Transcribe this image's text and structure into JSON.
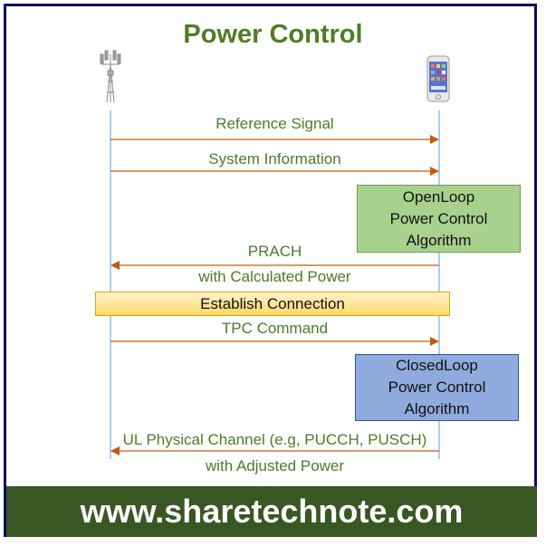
{
  "title": "Power Control",
  "colors": {
    "frame_border": "#0d0d5e",
    "title": "#4e7d24",
    "message_text": "#4f7a28",
    "arrow": "#c55a11",
    "lifeline": "#5b9bd5",
    "open_loop_box": "#a9d18e",
    "closed_loop_box": "#8faadc",
    "establish_band": "#ffd966",
    "footer_bg": "#385723",
    "footer_text": "#ffffff"
  },
  "actors": {
    "left": {
      "icon": "cell-tower-icon"
    },
    "right": {
      "icon": "smartphone-icon"
    }
  },
  "messages": {
    "reference_signal": "Reference Signal",
    "system_information": "System Information",
    "prach": "PRACH",
    "prach_sub": "with Calculated Power",
    "tpc_command": "TPC Command",
    "ul_channel": "UL Physical Channel (e.g, PUCCH, PUSCH)",
    "ul_channel_sub": "with Adjusted Power"
  },
  "boxes": {
    "open_loop": {
      "line1": "OpenLoop",
      "line2": "Power Control",
      "line3": "Algorithm"
    },
    "closed_loop": {
      "line1": "ClosedLoop",
      "line2": "Power Control",
      "line3": "Algorithm"
    },
    "establish_connection": "Establish Connection"
  },
  "footer": "www.sharetechnote.com"
}
